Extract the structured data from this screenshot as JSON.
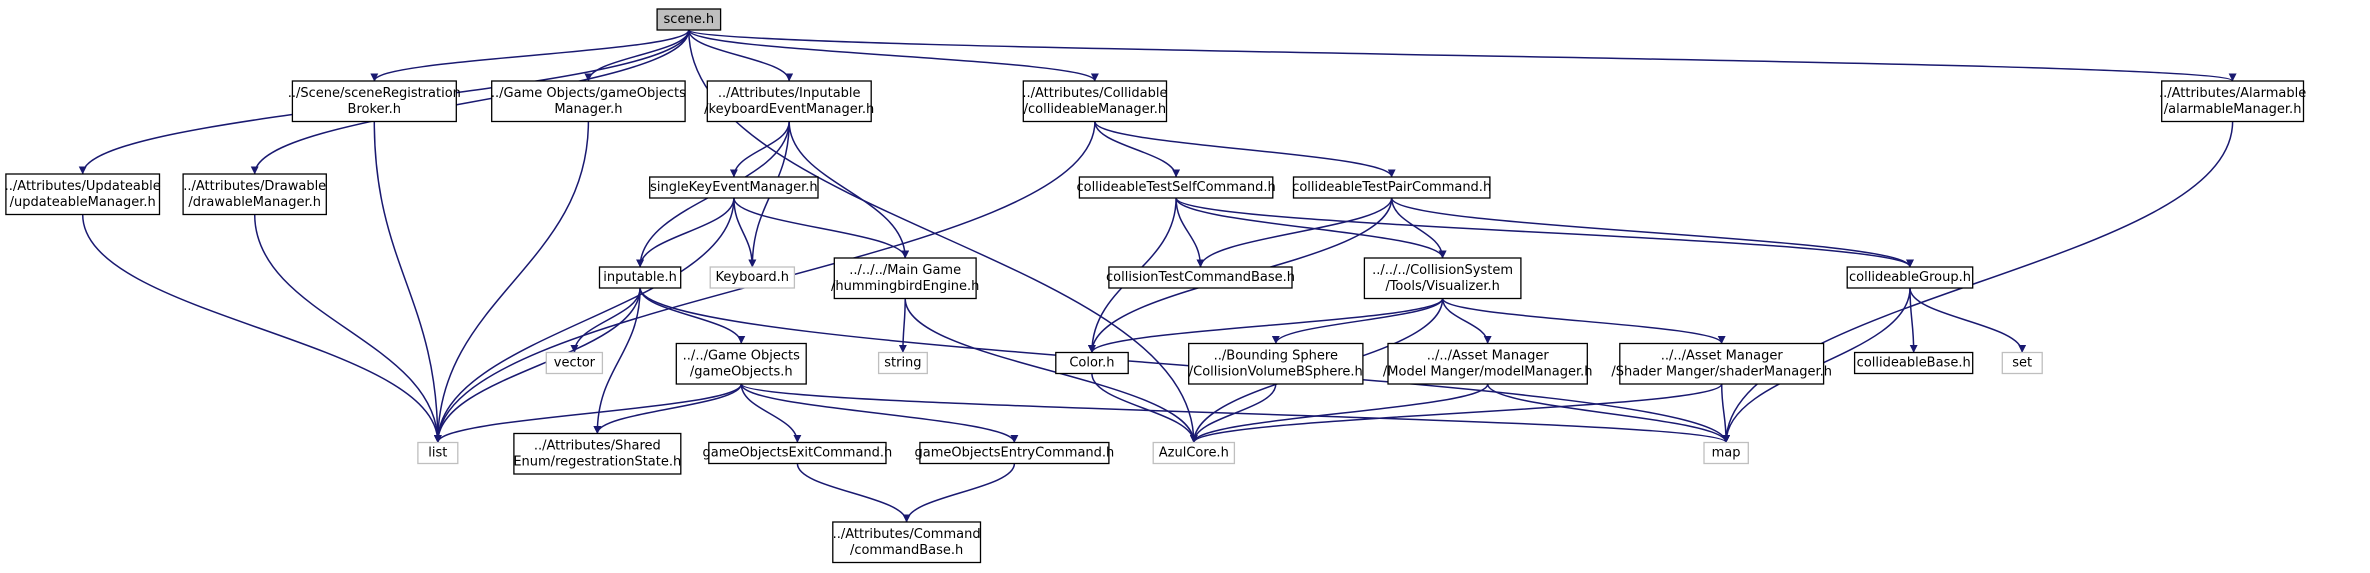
{
  "colors": {
    "edge": "#191970",
    "node_border": "#000000",
    "external_border": "#bfbfbf",
    "root_fill": "#bfbfbf",
    "node_fill": "#ffffff",
    "text": "#000000"
  },
  "nodes": {
    "scene": {
      "kind": "root",
      "lines": [
        "scene.h"
      ]
    },
    "updateableManager": {
      "kind": "file",
      "lines": [
        "../Attributes/Updateable",
        "/updateableManager.h"
      ]
    },
    "drawableManager": {
      "kind": "file",
      "lines": [
        "../Attributes/Drawable",
        "/drawableManager.h"
      ]
    },
    "sceneRegistrationBroker": {
      "kind": "file",
      "lines": [
        "../Scene/sceneRegistration",
        "Broker.h"
      ]
    },
    "gameObjectsManager": {
      "kind": "file",
      "lines": [
        "../Game Objects/gameObjects",
        "Manager.h"
      ]
    },
    "keyboardEventManager": {
      "kind": "file",
      "lines": [
        "../Attributes/Inputable",
        "/keyboardEventManager.h"
      ]
    },
    "collideableManager": {
      "kind": "file",
      "lines": [
        "../Attributes/Collidable",
        "/collideableManager.h"
      ]
    },
    "alarmableManager": {
      "kind": "file",
      "lines": [
        "../Attributes/Alarmable",
        "/alarmableManager.h"
      ]
    },
    "singleKeyEventManager": {
      "kind": "file",
      "lines": [
        "singleKeyEventManager.h"
      ]
    },
    "inputable": {
      "kind": "file",
      "lines": [
        "inputable.h"
      ]
    },
    "keyboard": {
      "kind": "external",
      "lines": [
        "Keyboard.h"
      ]
    },
    "hummingbirdEngine": {
      "kind": "file",
      "lines": [
        "../../../Main Game",
        "/hummingbirdEngine.h"
      ]
    },
    "vector": {
      "kind": "external",
      "lines": [
        "vector"
      ]
    },
    "gameObjects": {
      "kind": "file",
      "lines": [
        "../../Game Objects",
        "/gameObjects.h"
      ]
    },
    "string": {
      "kind": "external",
      "lines": [
        "string"
      ]
    },
    "list": {
      "kind": "external",
      "lines": [
        "list"
      ]
    },
    "regestrationState": {
      "kind": "file",
      "lines": [
        "../Attributes/Shared",
        "Enum/regestrationState.h"
      ]
    },
    "gameObjectsExitCommand": {
      "kind": "file",
      "lines": [
        "gameObjectsExitCommand.h"
      ]
    },
    "gameObjectsEntryCommand": {
      "kind": "file",
      "lines": [
        "gameObjectsEntryCommand.h"
      ]
    },
    "commandBase": {
      "kind": "file",
      "lines": [
        "../Attributes/Command",
        "/commandBase.h"
      ]
    },
    "collideableTestSelfCommand": {
      "kind": "file",
      "lines": [
        "collideableTestSelfCommand.h"
      ]
    },
    "collideableTestPairCommand": {
      "kind": "file",
      "lines": [
        "collideableTestPairCommand.h"
      ]
    },
    "collisionTestCommandBase": {
      "kind": "file",
      "lines": [
        "collisionTestCommandBase.h"
      ]
    },
    "visualizer": {
      "kind": "file",
      "lines": [
        "../../../CollisionSystem",
        "/Tools/Visualizer.h"
      ]
    },
    "color": {
      "kind": "file",
      "lines": [
        "Color.h"
      ]
    },
    "collisionVolumeBSphere": {
      "kind": "file",
      "lines": [
        "../Bounding Sphere",
        "/CollisionVolumeBSphere.h"
      ]
    },
    "modelManager": {
      "kind": "file",
      "lines": [
        "../../Asset Manager",
        "/Model Manger/modelManager.h"
      ]
    },
    "shaderManager": {
      "kind": "file",
      "lines": [
        "../../Asset Manager",
        "/Shader Manger/shaderManager.h"
      ]
    },
    "azulCore": {
      "kind": "external",
      "lines": [
        "AzulCore.h"
      ]
    },
    "collideableGroup": {
      "kind": "file",
      "lines": [
        "collideableGroup.h"
      ]
    },
    "collideableBase": {
      "kind": "file",
      "lines": [
        "collideableBase.h"
      ]
    },
    "set": {
      "kind": "external",
      "lines": [
        "set"
      ]
    },
    "map": {
      "kind": "external",
      "lines": [
        "map"
      ]
    }
  },
  "edges": [
    [
      "scene",
      "updateableManager"
    ],
    [
      "scene",
      "drawableManager"
    ],
    [
      "scene",
      "sceneRegistrationBroker"
    ],
    [
      "scene",
      "gameObjectsManager"
    ],
    [
      "scene",
      "keyboardEventManager"
    ],
    [
      "scene",
      "collideableManager"
    ],
    [
      "scene",
      "alarmableManager"
    ],
    [
      "scene",
      "azulCore"
    ],
    [
      "updateableManager",
      "list"
    ],
    [
      "drawableManager",
      "list"
    ],
    [
      "sceneRegistrationBroker",
      "list"
    ],
    [
      "gameObjectsManager",
      "list"
    ],
    [
      "keyboardEventManager",
      "singleKeyEventManager"
    ],
    [
      "keyboardEventManager",
      "inputable"
    ],
    [
      "keyboardEventManager",
      "keyboard"
    ],
    [
      "keyboardEventManager",
      "hummingbirdEngine"
    ],
    [
      "singleKeyEventManager",
      "inputable"
    ],
    [
      "singleKeyEventManager",
      "keyboard"
    ],
    [
      "singleKeyEventManager",
      "hummingbirdEngine"
    ],
    [
      "singleKeyEventManager",
      "list"
    ],
    [
      "inputable",
      "list"
    ],
    [
      "inputable",
      "vector"
    ],
    [
      "inputable",
      "gameObjects"
    ],
    [
      "inputable",
      "regestrationState"
    ],
    [
      "inputable",
      "map"
    ],
    [
      "hummingbirdEngine",
      "string"
    ],
    [
      "hummingbirdEngine",
      "azulCore"
    ],
    [
      "gameObjects",
      "list"
    ],
    [
      "gameObjects",
      "regestrationState"
    ],
    [
      "gameObjects",
      "gameObjectsExitCommand"
    ],
    [
      "gameObjects",
      "gameObjectsEntryCommand"
    ],
    [
      "gameObjects",
      "map"
    ],
    [
      "gameObjectsExitCommand",
      "commandBase"
    ],
    [
      "gameObjectsEntryCommand",
      "commandBase"
    ],
    [
      "collideableManager",
      "collideableTestSelfCommand"
    ],
    [
      "collideableManager",
      "collideableTestPairCommand"
    ],
    [
      "collideableManager",
      "list"
    ],
    [
      "collideableTestSelfCommand",
      "collisionTestCommandBase"
    ],
    [
      "collideableTestSelfCommand",
      "visualizer"
    ],
    [
      "collideableTestSelfCommand",
      "color"
    ],
    [
      "collideableTestSelfCommand",
      "collideableGroup"
    ],
    [
      "collideableTestPairCommand",
      "collisionTestCommandBase"
    ],
    [
      "collideableTestPairCommand",
      "visualizer"
    ],
    [
      "collideableTestPairCommand",
      "color"
    ],
    [
      "collideableTestPairCommand",
      "collideableGroup"
    ],
    [
      "visualizer",
      "color"
    ],
    [
      "visualizer",
      "collisionVolumeBSphere"
    ],
    [
      "visualizer",
      "modelManager"
    ],
    [
      "visualizer",
      "shaderManager"
    ],
    [
      "visualizer",
      "azulCore"
    ],
    [
      "color",
      "azulCore"
    ],
    [
      "collisionVolumeBSphere",
      "azulCore"
    ],
    [
      "modelManager",
      "azulCore"
    ],
    [
      "modelManager",
      "map"
    ],
    [
      "shaderManager",
      "azulCore"
    ],
    [
      "shaderManager",
      "map"
    ],
    [
      "collideableGroup",
      "collideableBase"
    ],
    [
      "collideableGroup",
      "set"
    ],
    [
      "collideableGroup",
      "map"
    ],
    [
      "alarmableManager",
      "map"
    ]
  ]
}
